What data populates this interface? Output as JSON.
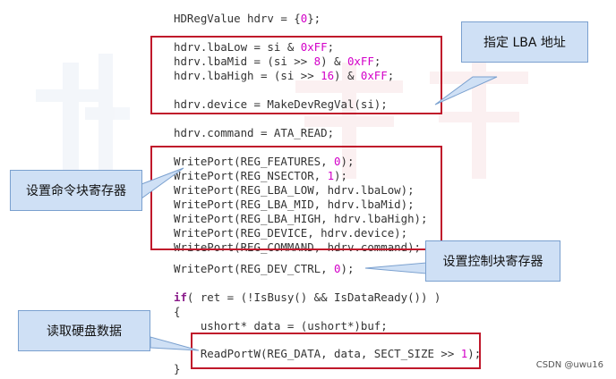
{
  "code_lines": [
    [
      {
        "t": "HDRegValue hdrv = {"
      },
      {
        "t": "0",
        "c": "num"
      },
      {
        "t": "};"
      }
    ],
    [
      {
        "t": "hdrv.lbaLow = si & "
      },
      {
        "t": "0xFF",
        "c": "num"
      },
      {
        "t": ";"
      }
    ],
    [
      {
        "t": "hdrv.lbaMid = (si >> "
      },
      {
        "t": "8",
        "c": "num"
      },
      {
        "t": ") & "
      },
      {
        "t": "0xFF",
        "c": "num"
      },
      {
        "t": ";"
      }
    ],
    [
      {
        "t": "hdrv.lbaHigh = (si >> "
      },
      {
        "t": "16",
        "c": "num"
      },
      {
        "t": ") & "
      },
      {
        "t": "0xFF",
        "c": "num"
      },
      {
        "t": ";"
      }
    ],
    [
      {
        "t": "hdrv.device = MakeDevRegVal(si);"
      }
    ],
    [
      {
        "t": "hdrv.command = ATA_READ;"
      }
    ],
    [
      {
        "t": "WritePort(REG_FEATURES, "
      },
      {
        "t": "0",
        "c": "num"
      },
      {
        "t": ");"
      }
    ],
    [
      {
        "t": "WritePort(REG_NSECTOR, "
      },
      {
        "t": "1",
        "c": "num"
      },
      {
        "t": ");"
      }
    ],
    [
      {
        "t": "WritePort(REG_LBA_LOW, hdrv.lbaLow);"
      }
    ],
    [
      {
        "t": "WritePort(REG_LBA_MID, hdrv.lbaMid);"
      }
    ],
    [
      {
        "t": "WritePort(REG_LBA_HIGH, hdrv.lbaHigh);"
      }
    ],
    [
      {
        "t": "WritePort(REG_DEVICE, hdrv.device);"
      }
    ],
    [
      {
        "t": "WritePort(REG_COMMAND, hdrv.command);"
      }
    ],
    [
      {
        "t": "WritePort(REG_DEV_CTRL, "
      },
      {
        "t": "0",
        "c": "num"
      },
      {
        "t": ");"
      }
    ],
    [
      {
        "t": "if",
        "c": "kw"
      },
      {
        "t": "( ret = (!IsBusy() && IsDataReady()) )"
      }
    ],
    [
      {
        "t": "{"
      }
    ],
    [
      {
        "t": "    ushort* data = (ushort*)buf;"
      }
    ],
    [
      {
        "t": "    ReadPortW(REG_DATA, data, SECT_SIZE >> "
      },
      {
        "t": "1",
        "c": "num"
      },
      {
        "t": ");"
      }
    ],
    [
      {
        "t": "}"
      }
    ]
  ],
  "callouts": {
    "lba": "指定 LBA 地址",
    "cmd_regs": "设置命令块寄存器",
    "ctrl_regs": "设置控制块寄存器",
    "read_data": "读取硬盘数据"
  },
  "credit": "CSDN @uwu16",
  "colors": {
    "number": "#d300c8",
    "keyword": "#8a1a8a",
    "box_border": "#c0182b",
    "callout_fill": "#cfe0f5"
  }
}
